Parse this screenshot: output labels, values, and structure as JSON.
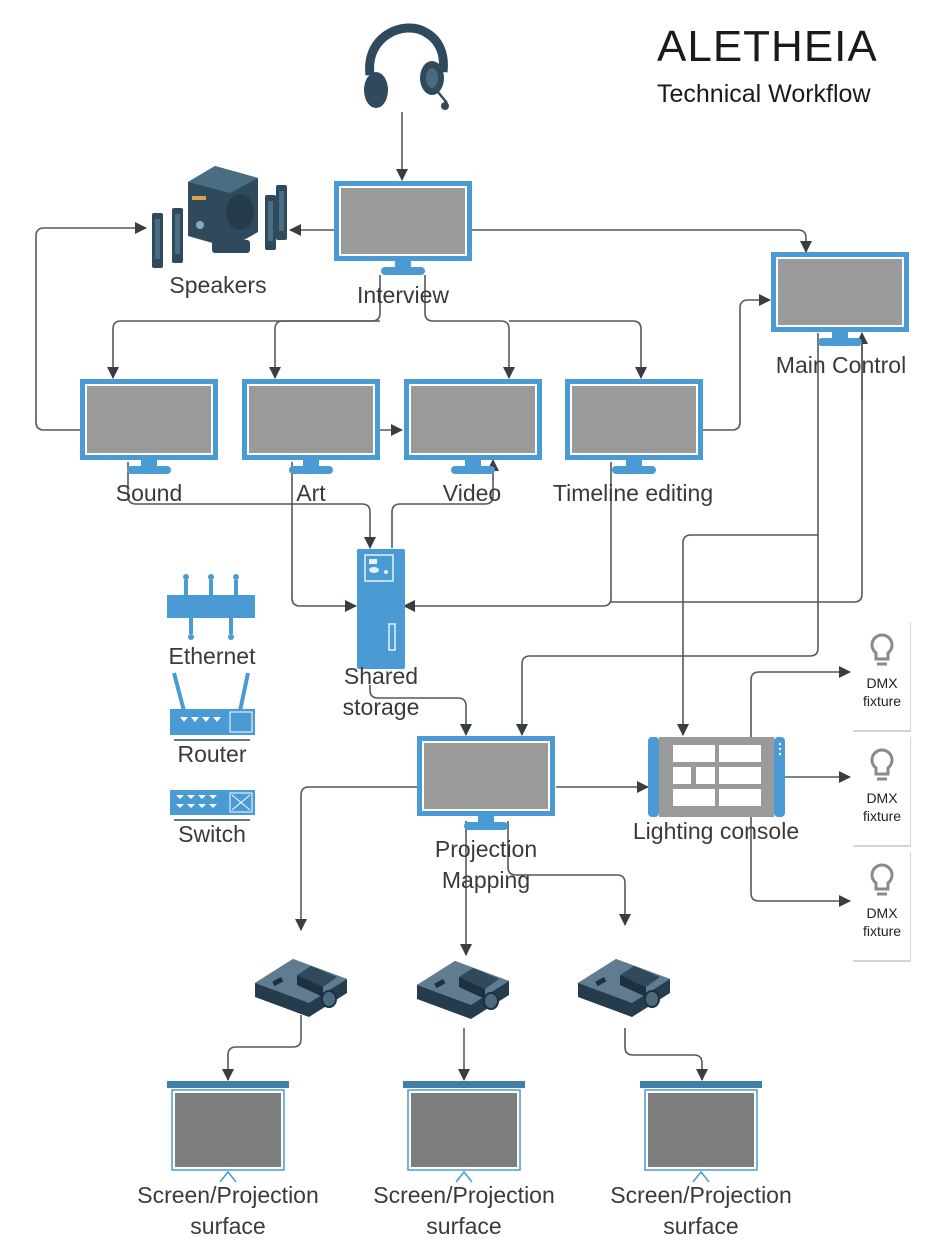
{
  "header": {
    "title": "ALETHEIA",
    "subtitle": "Technical Workflow"
  },
  "nodes": {
    "headset": {
      "icon": "headset-icon"
    },
    "speakers": {
      "label": "Speakers",
      "icon": "speaker-system-icon"
    },
    "interview": {
      "label": "Interview",
      "icon": "monitor-icon"
    },
    "main_control": {
      "label": "Main Control",
      "icon": "monitor-icon"
    },
    "sound": {
      "label": "Sound",
      "icon": "monitor-icon"
    },
    "art": {
      "label": "Art",
      "icon": "monitor-icon"
    },
    "video": {
      "label": "Video",
      "icon": "monitor-icon"
    },
    "timeline": {
      "label": "Timeline editing",
      "icon": "monitor-icon"
    },
    "shared_storage": {
      "label_line1": "Shared",
      "label_line2": "storage",
      "icon": "server-icon"
    },
    "projection_mapping": {
      "label_line1": "Projection",
      "label_line2": "Mapping",
      "icon": "monitor-icon"
    },
    "lighting_console": {
      "label": "Lighting console",
      "icon": "tablet-console-icon"
    },
    "projectors": [
      {
        "icon": "projector-icon"
      },
      {
        "icon": "projector-icon"
      },
      {
        "icon": "projector-icon"
      }
    ],
    "screens": [
      {
        "label_line1": "Screen/Projection",
        "label_line2": "surface",
        "icon": "projection-screen-icon"
      },
      {
        "label_line1": "Screen/Projection",
        "label_line2": "surface",
        "icon": "projection-screen-icon"
      },
      {
        "label_line1": "Screen/Projection",
        "label_line2": "surface",
        "icon": "projection-screen-icon"
      }
    ],
    "dmx_fixtures": [
      {
        "label_line1": "DMX",
        "label_line2": "fixture",
        "icon": "light-bulb-icon"
      },
      {
        "label_line1": "DMX",
        "label_line2": "fixture",
        "icon": "light-bulb-icon"
      },
      {
        "label_line1": "DMX",
        "label_line2": "fixture",
        "icon": "light-bulb-icon"
      }
    ]
  },
  "legend": [
    {
      "label": "Ethernet",
      "icon": "ethernet-icon"
    },
    {
      "label": "Router",
      "icon": "router-icon"
    },
    {
      "label": "Switch",
      "icon": "switch-icon"
    }
  ],
  "connections": [
    {
      "from": "headset",
      "to": "interview"
    },
    {
      "from": "interview",
      "to": "speakers"
    },
    {
      "from": "interview",
      "to": "main_control"
    },
    {
      "from": "interview",
      "to": "sound"
    },
    {
      "from": "interview",
      "to": "art"
    },
    {
      "from": "interview",
      "to": "video"
    },
    {
      "from": "interview",
      "to": "timeline"
    },
    {
      "from": "sound",
      "to": "speakers"
    },
    {
      "from": "art",
      "to": "video"
    },
    {
      "from": "timeline",
      "to": "main_control"
    },
    {
      "from": "sound",
      "to": "shared_storage"
    },
    {
      "from": "art",
      "to": "shared_storage"
    },
    {
      "from": "shared_storage",
      "to": "video"
    },
    {
      "from": "timeline",
      "to": "shared_storage"
    },
    {
      "from": "main_control",
      "to": "shared_storage"
    },
    {
      "from": "shared_storage",
      "to": "main_control"
    },
    {
      "from": "main_control",
      "to": "projection_mapping"
    },
    {
      "from": "main_control",
      "to": "lighting_console"
    },
    {
      "from": "shared_storage",
      "to": "projection_mapping"
    },
    {
      "from": "projection_mapping",
      "to": "lighting_console"
    },
    {
      "from": "lighting_console",
      "to": "dmx_fixture_1"
    },
    {
      "from": "lighting_console",
      "to": "dmx_fixture_2"
    },
    {
      "from": "lighting_console",
      "to": "dmx_fixture_3"
    },
    {
      "from": "projection_mapping",
      "to": "projector_1"
    },
    {
      "from": "projection_mapping",
      "to": "projector_2"
    },
    {
      "from": "projection_mapping",
      "to": "projector_3"
    },
    {
      "from": "projector_1",
      "to": "screen_1"
    },
    {
      "from": "projector_2",
      "to": "screen_2"
    },
    {
      "from": "projector_3",
      "to": "screen_3"
    }
  ],
  "colors": {
    "monitor_frame": "#4a9ad4",
    "monitor_screen": "#9a9a9a",
    "connector": "#3a3d42",
    "device_dark": "#2f4a5c",
    "screen_bar": "#3f7fa8",
    "bulb": "#8a8a8a"
  }
}
